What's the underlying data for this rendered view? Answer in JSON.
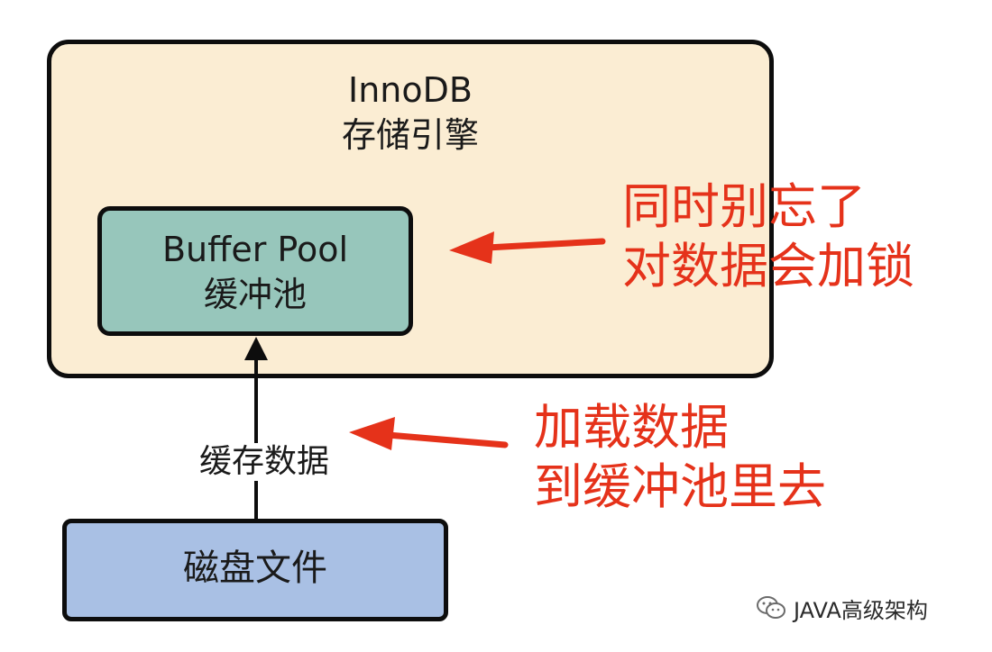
{
  "engine": {
    "title": "InnoDB",
    "subtitle": "存储引擎"
  },
  "buffer_pool": {
    "title": "Buffer Pool",
    "subtitle": "缓冲池"
  },
  "disk": {
    "label": "磁盘文件"
  },
  "edge": {
    "label": "缓存数据"
  },
  "annotations": {
    "lock": {
      "line1": "同时别忘了",
      "line2": "对数据会加锁"
    },
    "load": {
      "line1": "加载数据",
      "line2": "到缓冲池里去"
    }
  },
  "watermark": {
    "text": "JAVA高级架构"
  },
  "colors": {
    "engine_fill": "#fbedd3",
    "pool_fill": "#97c6bb",
    "disk_fill": "#a9c0e4",
    "annotation": "#e5321a",
    "border": "#0d0d0d"
  }
}
